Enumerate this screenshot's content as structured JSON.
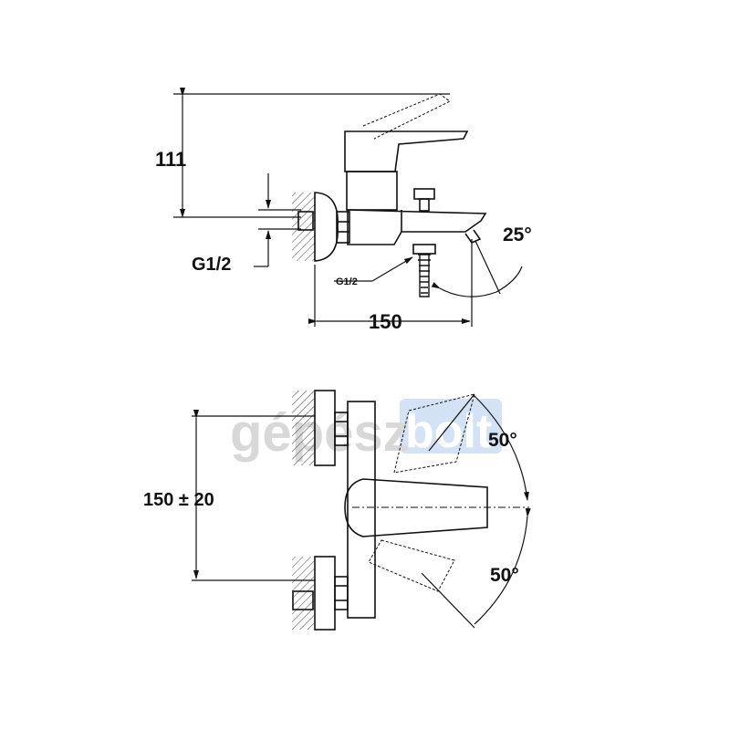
{
  "drawing": {
    "side_view": {
      "height_dim": "111",
      "thread_left": "G1/2",
      "thread_spout": "G1/2",
      "angle_spout": "25°",
      "width_dim": "150"
    },
    "top_view": {
      "center_dim": "150 ± 20",
      "angle_up": "50°",
      "angle_down": "50°"
    }
  },
  "watermark": {
    "left": "gépész",
    "right": "bolt"
  },
  "colors": {
    "line": "#111111",
    "hatch": "#444444",
    "watermark_text": "#d4d4d4",
    "watermark_box": "#cfe0f4"
  }
}
